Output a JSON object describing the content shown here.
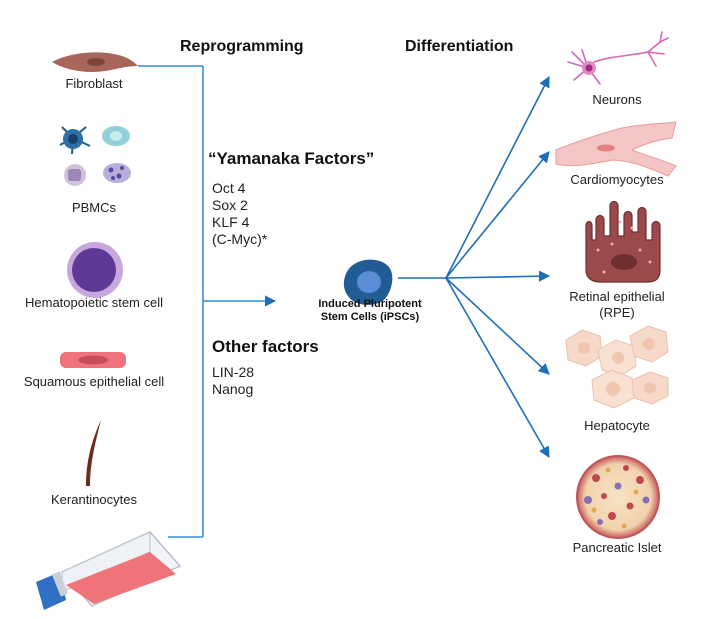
{
  "headings": {
    "reprogramming": "Reprogramming",
    "differentiation": "Differentiation"
  },
  "sources": [
    {
      "label": "Fibroblast"
    },
    {
      "label": "PBMCs"
    },
    {
      "label": "Hematopoietic stem cell"
    },
    {
      "label": "Squamous epithelial cell"
    },
    {
      "label": "Kerantinocytes"
    }
  ],
  "yamanaka": {
    "title": "“Yamanaka Factors”",
    "items": [
      "Oct 4",
      "Sox 2",
      "KLF 4",
      "(C-Myc)*"
    ]
  },
  "other": {
    "title": "Other factors",
    "items": [
      "LIN-28",
      "Nanog"
    ]
  },
  "ipsc": {
    "line1": "Induced Pluripotent",
    "line2": "Stem Cells (iPSCs)"
  },
  "targets": [
    {
      "label": "Neurons"
    },
    {
      "label": "Cardiomyocytes"
    },
    {
      "label": "Retinal epithelial",
      "label2": "(RPE)"
    },
    {
      "label": "Hepatocyte"
    },
    {
      "label": "Pancreatic Islet"
    }
  ],
  "colors": {
    "connector": "#3a8fd1",
    "arrow": "#1d6fb8",
    "ipsc_outer": "#1f5d94",
    "ipsc_inner": "#5b8dd6"
  }
}
